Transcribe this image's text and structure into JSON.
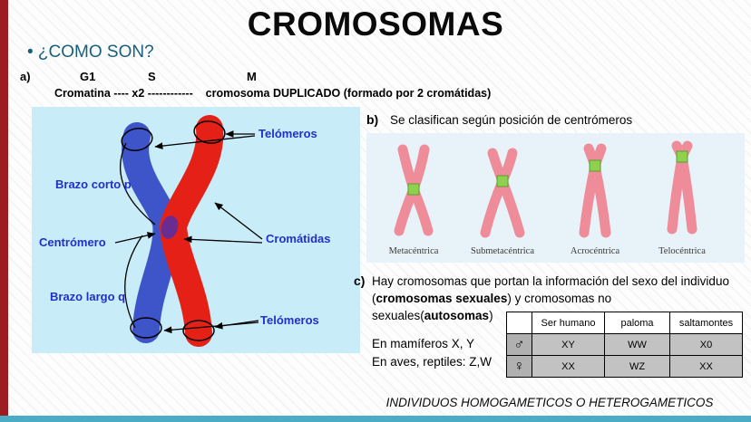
{
  "slide": {
    "title": "CROMOSOMAS",
    "question": "• ¿COMO SON?",
    "footer": "INDIVIDUOS HOMOGAMETICOS O HETEROGAMETICOS"
  },
  "section_a": {
    "label": "a)",
    "phases": [
      "G1",
      "S",
      "M"
    ],
    "line": "Cromatina ---- x2 ------------    cromosoma DUPLICADO (formado por 2 cromátidas)"
  },
  "diagram": {
    "labels": {
      "telomeros_top": "Telómeros",
      "brazo_corto": "Brazo corto p",
      "centromero": "Centrómero",
      "cromatidas": "Cromátidas",
      "brazo_largo": "Brazo largo q",
      "telomeros_bottom": "Telómeros"
    }
  },
  "section_b": {
    "label": "b)",
    "text": "Se clasifican  según posición de centrómeros",
    "types": [
      "Metacéntrica",
      "Submetacéntrica",
      "Acrocéntrica",
      "Telocéntrica"
    ]
  },
  "section_c": {
    "label": "c)",
    "p1": "Hay cromosomas que portan la información del sexo del individuo (",
    "bold1": "cromosomas sexuales",
    "p2": ") y  cromosomas no sexuales(",
    "bold2": "autosomas",
    "p3": ")",
    "mamiferos": "En mamíferos X, Y",
    "aves": "En aves, reptiles: Z,W"
  },
  "table": {
    "headers": [
      "",
      "Ser humano",
      "paloma",
      "saltamontes"
    ],
    "rows": [
      {
        "symbol": "♂",
        "values": [
          "XY",
          "WW",
          "X0"
        ]
      },
      {
        "symbol": "♀",
        "values": [
          "XX",
          "WZ",
          "XX"
        ]
      }
    ]
  },
  "colors": {
    "bar-red": "#9E1B22",
    "bar-teal": "#4BACC6",
    "heading-teal": "#17607D",
    "label-blue": "#2230C8",
    "panel-blue": "#C8ECF8",
    "chromatid-blue": "#3D55C9",
    "chromatid-red": "#E52017",
    "centromere-purple": "#6A2C91",
    "chromosome-pink": "#EF8C9A",
    "centromere-green": "#8FD14F"
  }
}
